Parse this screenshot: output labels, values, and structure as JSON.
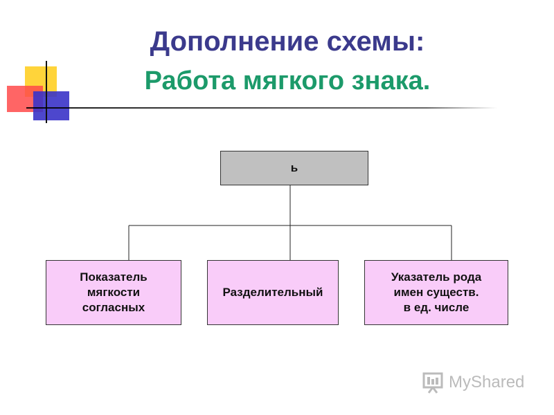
{
  "title": {
    "line1": "Дополнение схемы:",
    "line2": "Работа мягкого знака."
  },
  "diagram": {
    "root": "ь",
    "children": [
      "Показатель\nмягкости\nсогласных",
      "Разделительный",
      "Указатель рода\nимен существ.\nв ед. числе"
    ]
  },
  "watermark": {
    "text": "MyShared"
  },
  "colors": {
    "title_line1": "#3b3a8c",
    "title_line2": "#1c9a6a",
    "root_fill": "#c0c0c0",
    "child_fill": "#f9ccf9"
  }
}
